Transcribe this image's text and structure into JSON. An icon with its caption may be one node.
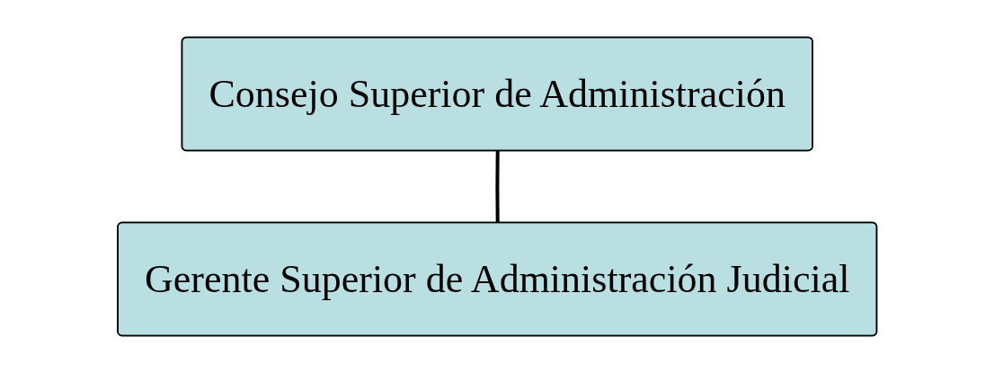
{
  "diagram": {
    "nodes": [
      {
        "text": [
          "Consejo Superior de Administración"
        ]
      },
      {
        "text": [
          "Gerente Superior de Administración Judicial"
        ]
      }
    ],
    "edges": [
      {
        "from": 0,
        "to": 1,
        "arrow": "none"
      }
    ]
  }
}
